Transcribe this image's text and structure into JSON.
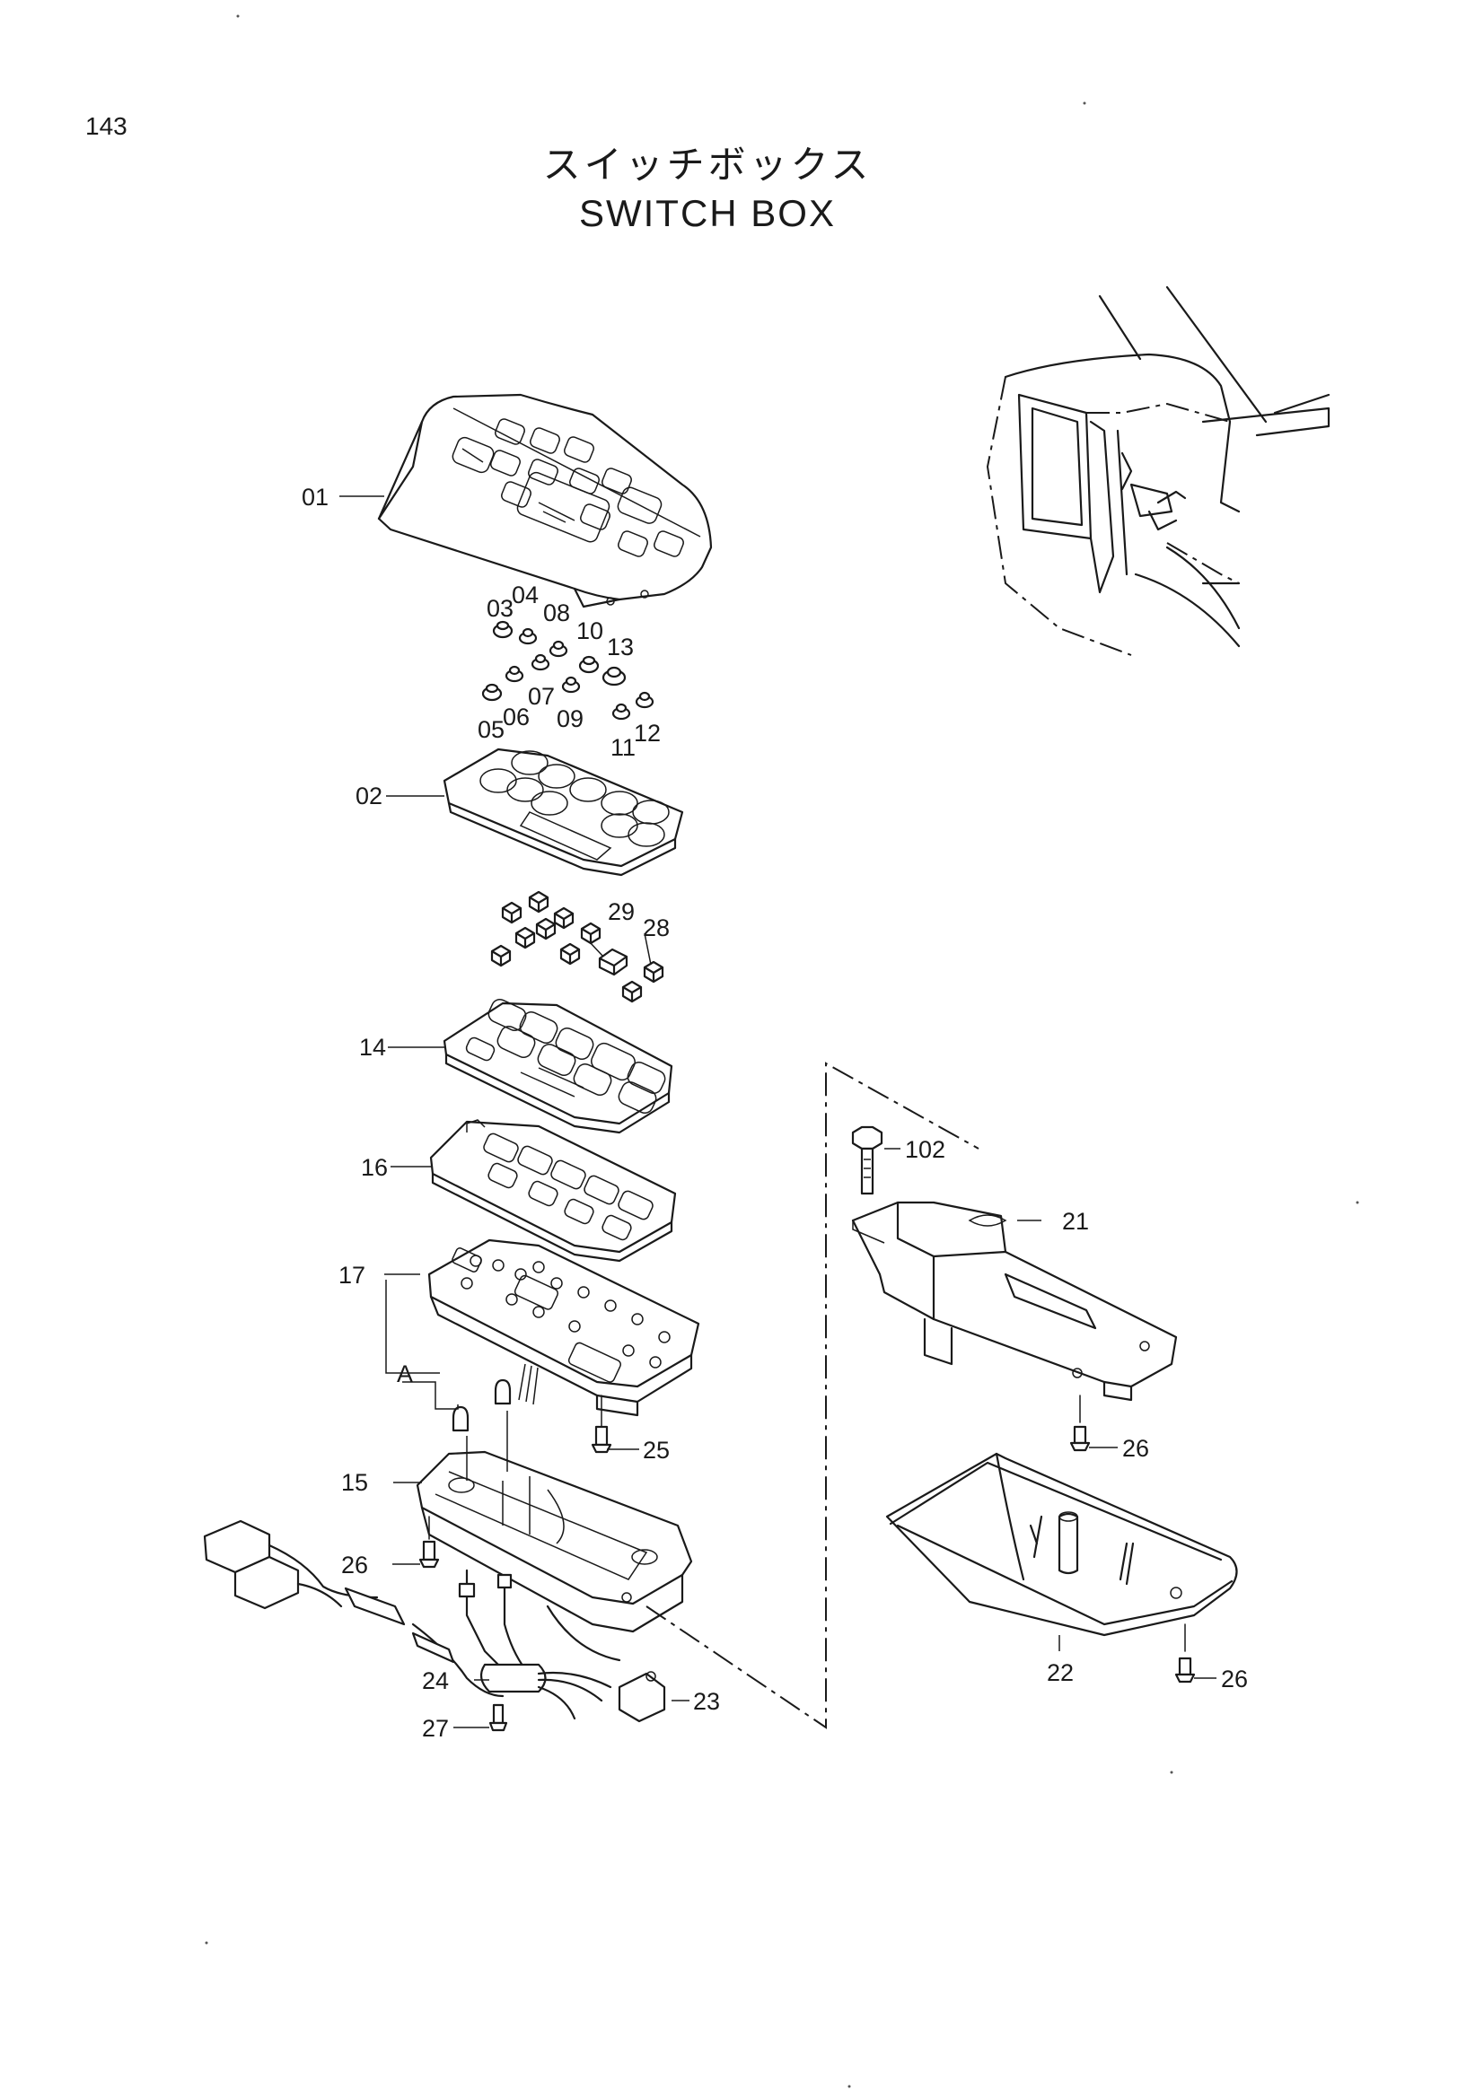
{
  "page_number": "143",
  "title_jp": "スイッチボックス",
  "title_en": "SWITCH BOX",
  "callouts": [
    {
      "id": "l01",
      "text": "01"
    },
    {
      "id": "l02",
      "text": "02"
    },
    {
      "id": "l03",
      "text": "03"
    },
    {
      "id": "l04",
      "text": "04"
    },
    {
      "id": "l05",
      "text": "05"
    },
    {
      "id": "l06",
      "text": "06"
    },
    {
      "id": "l07",
      "text": "07"
    },
    {
      "id": "l08",
      "text": "08"
    },
    {
      "id": "l09",
      "text": "09"
    },
    {
      "id": "l10",
      "text": "10"
    },
    {
      "id": "l11",
      "text": "11"
    },
    {
      "id": "l12",
      "text": "12"
    },
    {
      "id": "l13",
      "text": "13"
    },
    {
      "id": "l14",
      "text": "14"
    },
    {
      "id": "l15",
      "text": "15"
    },
    {
      "id": "l16",
      "text": "16"
    },
    {
      "id": "l17",
      "text": "17"
    },
    {
      "id": "lA",
      "text": "A"
    },
    {
      "id": "l21",
      "text": "21"
    },
    {
      "id": "l22",
      "text": "22"
    },
    {
      "id": "l23",
      "text": "23"
    },
    {
      "id": "l24",
      "text": "24"
    },
    {
      "id": "l25",
      "text": "25"
    },
    {
      "id": "l26a",
      "text": "26"
    },
    {
      "id": "l26b",
      "text": "26"
    },
    {
      "id": "l26c",
      "text": "26"
    },
    {
      "id": "l27",
      "text": "27"
    },
    {
      "id": "l28",
      "text": "28"
    },
    {
      "id": "l29",
      "text": "29"
    },
    {
      "id": "l102",
      "text": "102"
    }
  ]
}
